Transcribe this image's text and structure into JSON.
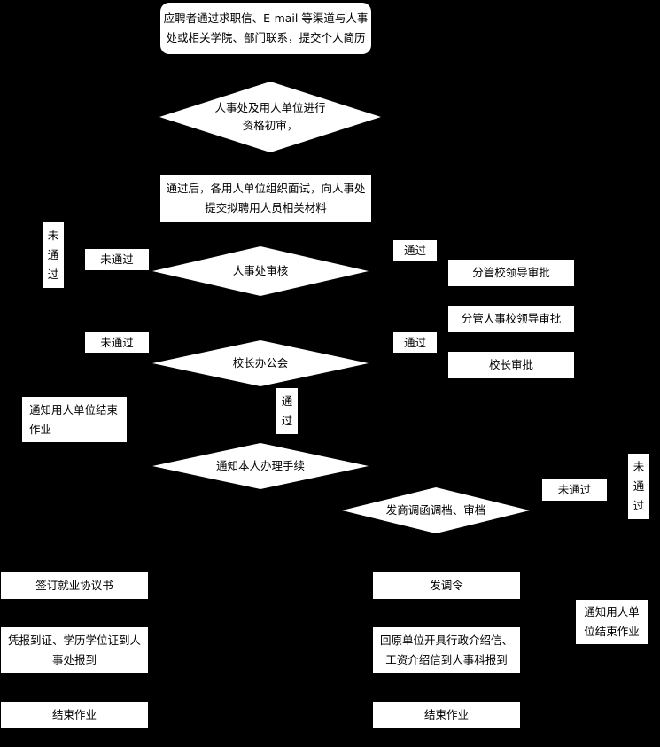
{
  "start": {
    "line1": "应聘者通过求职信、E-mail 等渠道与人事",
    "line2": "处或相关学院、部门联系，提交个人简历"
  },
  "d1": {
    "line1": "人事处及用人单位进行",
    "line2": "资格初审，"
  },
  "b_interview": {
    "line1": "通过后，各用人单位组织面试，向人事处",
    "line2": "提交拟聘用人员相关材料"
  },
  "left_fail_vertical": [
    "未",
    "通",
    "过"
  ],
  "fail1": "未通过",
  "d2": "人事处审核",
  "pass1": "通过",
  "fgxld": "分管校领导审批",
  "fgrsxld": "分管人事校领导审批",
  "fail2": "未通过",
  "pass2": "通过",
  "d3": "校长办公会",
  "xzsp": "校长审批",
  "pass3_vertical": [
    "通",
    "过"
  ],
  "notify_left": {
    "line1": "通知用人单位结束",
    "line2": "作业"
  },
  "d4": "通知本人办理手续",
  "right_fail_vertical": [
    "未",
    "通",
    "过"
  ],
  "fail3": "未通过",
  "d5": "发商调函调档、审档",
  "sign": "签订就业协议书",
  "report_left": {
    "line1": "凭报到证、学历学位证到人",
    "line2": "事处报到"
  },
  "end_left": "结束作业",
  "transfer": "发调令",
  "notify_right": {
    "line1": "通知用人单",
    "line2": "位结束作业"
  },
  "report_right": {
    "line1": "回原单位开具行政介绍信、",
    "line2": "工资介绍信到人事科报到"
  },
  "end_right": "结束作业"
}
